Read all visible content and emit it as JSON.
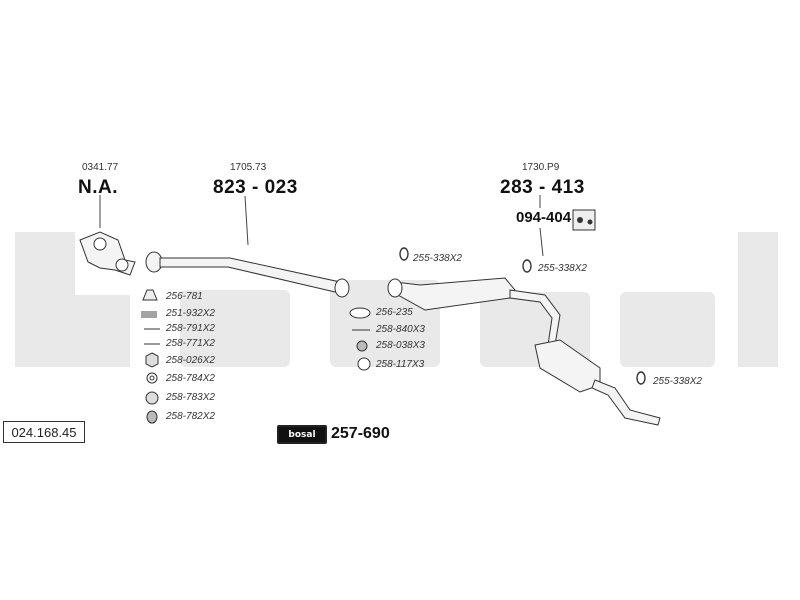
{
  "diagram": {
    "id_box": "024.168.45",
    "watermark_text": "bosal",
    "colors": {
      "watermark": "#e9e9e9",
      "line": "#333333",
      "fill": "#f2f2f2"
    },
    "groups": [
      {
        "ref": "0341.77",
        "part": "N.A."
      },
      {
        "ref": "1705.73",
        "part": "823 - 023"
      },
      {
        "ref": "1730.P9",
        "part": "283 - 413"
      }
    ],
    "hanger_part": "094-404",
    "clamp_labels": {
      "rear_small": "255-338X2",
      "center": "255-338X2",
      "tail": "255-338X2"
    },
    "kit_left": [
      "256-781",
      "251-932X2",
      "258-791X2",
      "258-771X2",
      "258-026X2",
      "258-784X2",
      "258-783X2",
      "258-782X2"
    ],
    "kit_right": [
      "256-235",
      "258-840X3",
      "258-038X3",
      "258-117X3"
    ],
    "mounting_kit": {
      "badge": "bosal",
      "part": "257-690"
    }
  }
}
